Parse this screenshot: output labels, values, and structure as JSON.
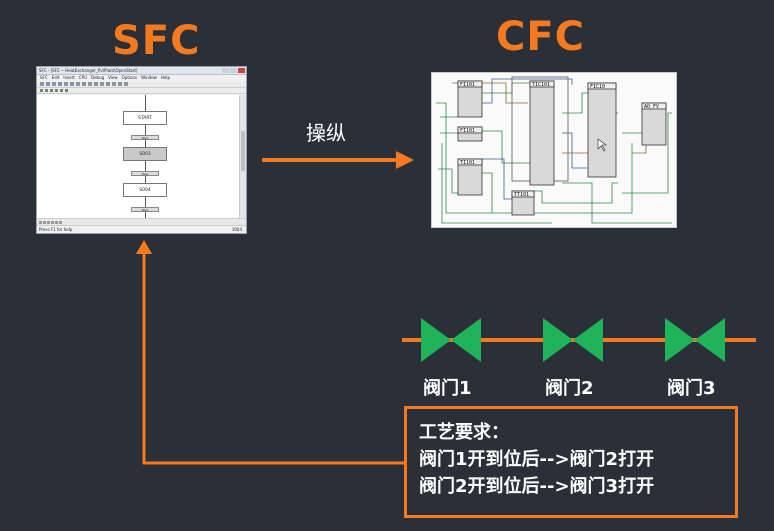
{
  "titles": {
    "sfc": "SFC",
    "cfc": "CFC"
  },
  "control_label": "操纵",
  "sfc_window": {
    "title": "SFC - [SFC -- HeatExchanger_Pv\\Plant\\OpenStart]",
    "menus": [
      "SFC",
      "Edit",
      "Insert",
      "CPU",
      "Debug",
      "View",
      "Options",
      "Window",
      "Help"
    ],
    "steps": [
      {
        "label": "START",
        "shaded": false
      },
      {
        "label": "S003",
        "shaded": true
      },
      {
        "label": "S004",
        "shaded": false
      }
    ],
    "transition_label": "Step",
    "status_left": "Press F1 for help",
    "status_right": "1004"
  },
  "cfc_blocks": [
    "FI101",
    "TIC101",
    "FIC10",
    "AO_FV",
    "FI101",
    "TI101",
    "TT101"
  ],
  "valves": [
    {
      "label": "阀门1"
    },
    {
      "label": "阀门2"
    },
    {
      "label": "阀门3"
    }
  ],
  "requirement": {
    "heading": "工艺要求：",
    "line1": "阀门1开到位后-->阀门2打开",
    "line2": "阀门2开到位后-->阀门3打开"
  },
  "colors": {
    "accent": "#f47a1f",
    "background": "#2a2f38",
    "valve": "#1fb35a"
  }
}
